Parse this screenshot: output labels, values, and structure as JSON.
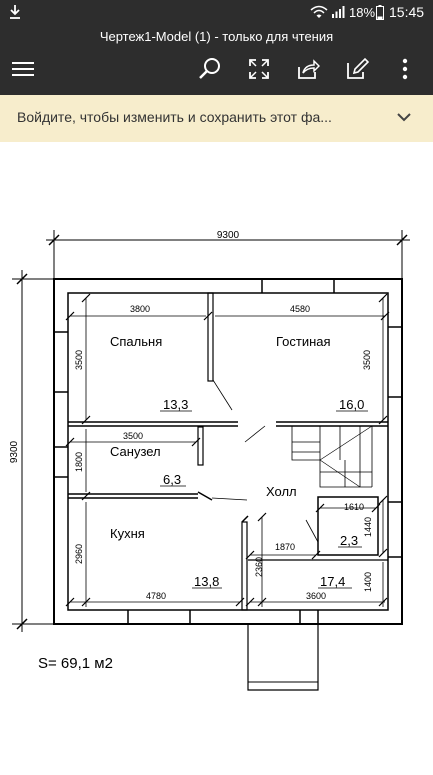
{
  "status_bar": {
    "battery": "18%",
    "time": "15:45",
    "icons": [
      "download-icon",
      "wifi-icon",
      "signal-icon",
      "battery-icon"
    ]
  },
  "app_bar": {
    "title": "Чертеж1-Model (1) - только для чтения",
    "icons": [
      "menu-icon",
      "search-icon",
      "fullscreen-icon",
      "share-icon",
      "edit-icon",
      "more-icon"
    ]
  },
  "banner": {
    "text": "Войдите, чтобы изменить и сохранить этот фа...",
    "icon": "chevron-down-icon"
  },
  "plan": {
    "overall_width": "9300",
    "overall_height": "9300",
    "rooms": [
      {
        "name": "Спальня",
        "area": "13,3"
      },
      {
        "name": "Гостиная",
        "area": "16,0"
      },
      {
        "name": "Санузел",
        "area": "6,3"
      },
      {
        "name": "Кухня",
        "area": "13,8"
      },
      {
        "name": "Холл",
        "area": ""
      },
      {
        "name": "",
        "area": "2,3"
      },
      {
        "name": "",
        "area": "17,4"
      }
    ],
    "dimensions": {
      "spalnya_width": "3800",
      "gostinaya_width": "4580",
      "spalnya_height": "3500",
      "gostinaya_height": "3500",
      "sanuzel_width": "3500",
      "sanuzel_height": "1800",
      "closet_width": "1610",
      "closet_height": "1440",
      "hall_width": "1870",
      "kuhnya_height": "2960",
      "hall_height": "2360",
      "kuhnya_width": "4780",
      "bottom_right_width": "3600",
      "bottom_right_height": "1400"
    },
    "total_area": "S= 69,1 м2"
  }
}
